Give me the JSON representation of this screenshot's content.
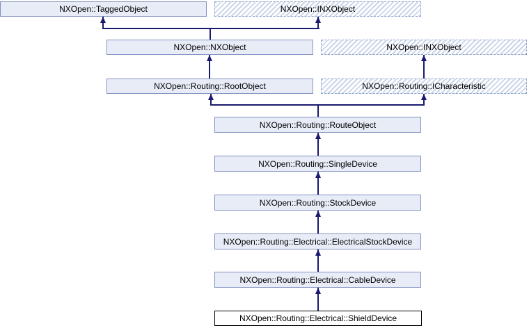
{
  "diagram": {
    "type": "class-inheritance-diagram",
    "current_class": "NXOpen::Routing::Electrical::ShieldDevice",
    "colors": {
      "node_fill": "#e8ecf7",
      "node_border": "#8191c1",
      "hatch_stripe": "#ccd6ea",
      "hatch_border": "#8ca2cc",
      "arrow": "#191970",
      "current_node_border": "#000000",
      "current_node_fill": "#ffffff",
      "text": "#000000",
      "background": "#ffffff"
    },
    "nodes": [
      {
        "label": "NXOpen::TaggedObject",
        "style": "solid"
      },
      {
        "label": "NXOpen::INXObject",
        "style": "hatched"
      },
      {
        "label": "NXOpen::NXObject",
        "style": "solid"
      },
      {
        "label": "NXOpen::INXObject",
        "style": "hatched"
      },
      {
        "label": "NXOpen::Routing::RootObject",
        "style": "solid"
      },
      {
        "label": "NXOpen::Routing::ICharacteristic",
        "style": "hatched"
      },
      {
        "label": "NXOpen::Routing::RouteObject",
        "style": "solid"
      },
      {
        "label": "NXOpen::Routing::SingleDevice",
        "style": "solid"
      },
      {
        "label": "NXOpen::Routing::StockDevice",
        "style": "solid"
      },
      {
        "label": "NXOpen::Routing::Electrical::ElectricalStockDevice",
        "style": "solid"
      },
      {
        "label": "NXOpen::Routing::Electrical::CableDevice",
        "style": "solid"
      },
      {
        "label": "NXOpen::Routing::Electrical::ShieldDevice",
        "style": "current"
      }
    ],
    "edges": [
      {
        "from": "NXOpen::NXObject",
        "to": "NXOpen::TaggedObject"
      },
      {
        "from": "NXOpen::NXObject",
        "to": "NXOpen::INXObject"
      },
      {
        "from": "NXOpen::Routing::RootObject",
        "to": "NXOpen::NXObject"
      },
      {
        "from": "NXOpen::Routing::ICharacteristic",
        "to": "NXOpen::INXObject"
      },
      {
        "from": "NXOpen::Routing::RouteObject",
        "to": "NXOpen::Routing::RootObject"
      },
      {
        "from": "NXOpen::Routing::RouteObject",
        "to": "NXOpen::Routing::ICharacteristic"
      },
      {
        "from": "NXOpen::Routing::SingleDevice",
        "to": "NXOpen::Routing::RouteObject"
      },
      {
        "from": "NXOpen::Routing::StockDevice",
        "to": "NXOpen::Routing::SingleDevice"
      },
      {
        "from": "NXOpen::Routing::Electrical::ElectricalStockDevice",
        "to": "NXOpen::Routing::StockDevice"
      },
      {
        "from": "NXOpen::Routing::Electrical::CableDevice",
        "to": "NXOpen::Routing::Electrical::ElectricalStockDevice"
      },
      {
        "from": "NXOpen::Routing::Electrical::ShieldDevice",
        "to": "NXOpen::Routing::Electrical::CableDevice"
      }
    ]
  }
}
